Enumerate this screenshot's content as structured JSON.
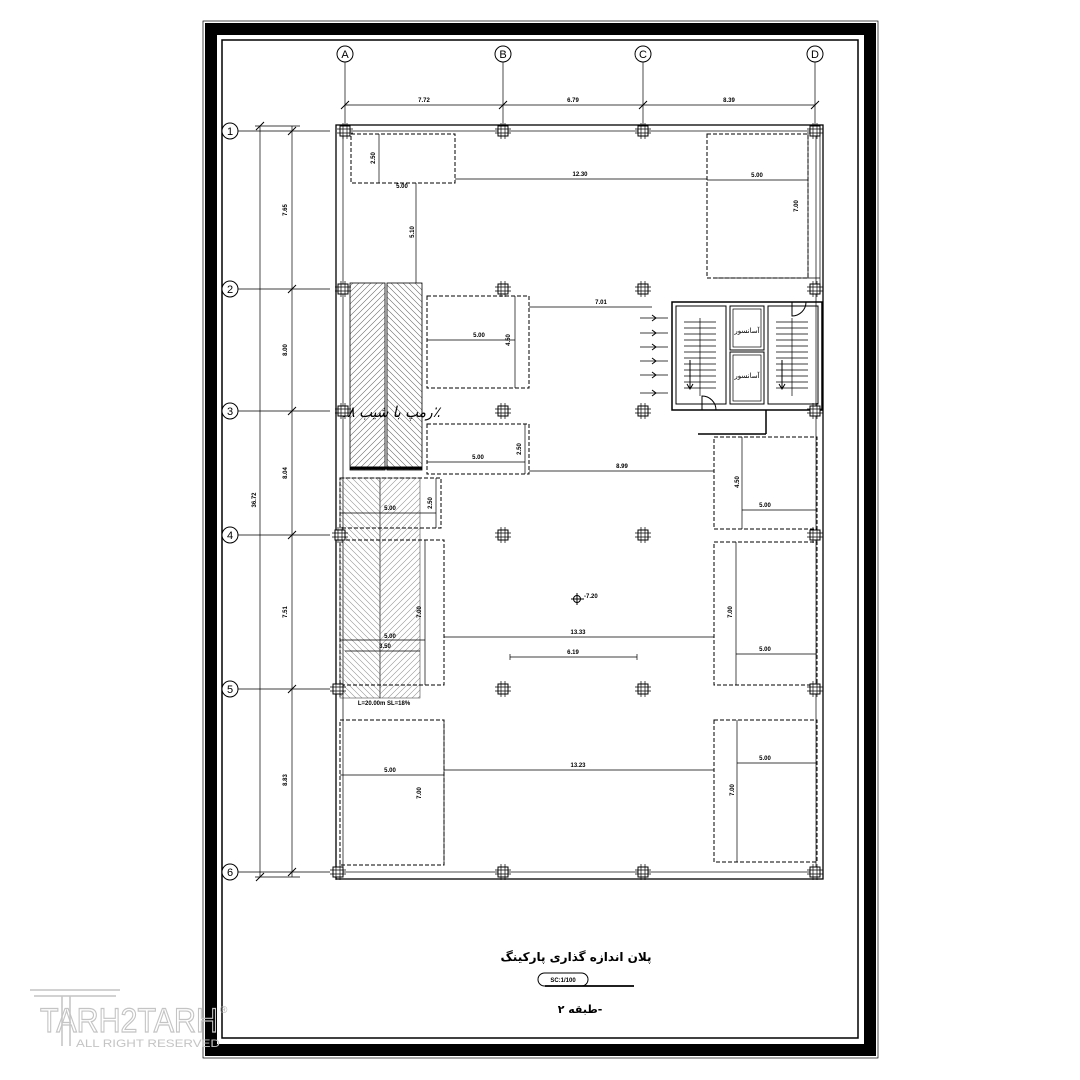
{
  "drawing": {
    "title": "پلان اندازه گذاری پارکینگ",
    "scale": "SC:1/100",
    "floor": "طبقه ۲-"
  },
  "grid": {
    "columns": [
      "A",
      "B",
      "C",
      "D"
    ],
    "rows": [
      "1",
      "2",
      "3",
      "4",
      "5",
      "6"
    ]
  },
  "dimensions": {
    "columns": [
      "7.72",
      "6.79",
      "8.39"
    ],
    "rows": [
      "7.65",
      "8.00",
      "8.04",
      "7.51",
      "8.83"
    ],
    "total_length": "36.72",
    "aisles": [
      "12.30",
      "5.10",
      "7.01",
      "8.99",
      "13.33",
      "6.19",
      "13.23"
    ]
  },
  "parking_spaces": [
    {
      "width": "5.00",
      "depth": "2.50"
    },
    {
      "width": "5.00",
      "depth": "7.00"
    },
    {
      "width": "5.00",
      "depth": "4.50"
    },
    {
      "width": "5.00",
      "depth": "2.50"
    },
    {
      "width": "5.00",
      "depth": "4.50"
    },
    {
      "width": "5.00",
      "depth": "2.50"
    },
    {
      "width": "5.00",
      "depth": "7.00"
    },
    {
      "width": "5.00",
      "depth": "7.00"
    },
    {
      "width": "5.00",
      "depth": "7.00"
    },
    {
      "width": "5.00",
      "depth": "7.00"
    }
  ],
  "ramp_width": "3.50",
  "core": {
    "elevator_label": "آسانسور"
  },
  "ramp": {
    "note": "رمپ با شیب ۱۸٪",
    "spec": "L=20.00m SL=18%"
  },
  "level": "-7.20",
  "watermark": {
    "brand": "TARH2TARH",
    "rights": "ALL RIGHT RESERVED",
    "mark": "®"
  }
}
